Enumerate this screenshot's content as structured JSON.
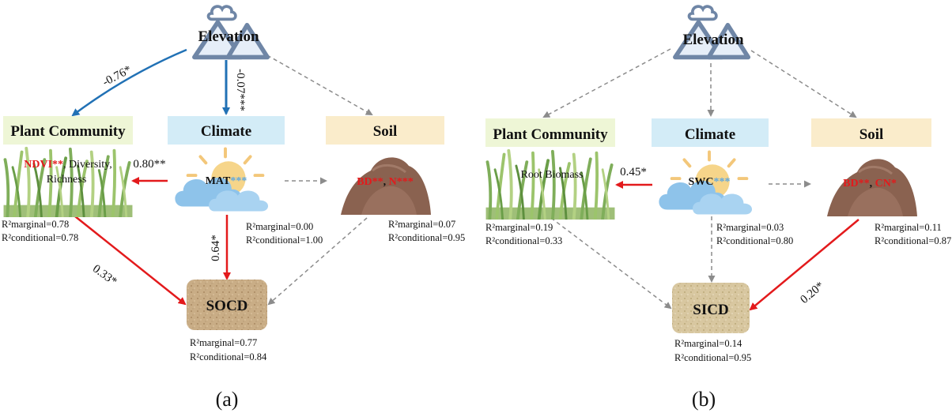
{
  "colors": {
    "positive": "#e31a1c",
    "negative": "#2171b5",
    "nonsignificant": "#8c8c8c",
    "plant_header_bg": "#eef6d6",
    "climate_header_bg": "#d3ecf7",
    "soil_header_bg": "#faeccb",
    "variable_blue": "#1f77b4",
    "star_red": "#e31a1c"
  },
  "panel_a": {
    "caption": "(a)",
    "elevation_label": "Elevation",
    "plant_label": "Plant Community",
    "climate_label": "Climate",
    "soil_label": "Soil",
    "plant_vars_ndvi": "NDVI",
    "plant_vars_ndvi_sig": "**",
    "plant_vars_rest_1": ", Diversity,",
    "plant_vars_rest_2": "Richness",
    "climate_var": "MAT",
    "climate_var_sig": "***",
    "soil_var_bd": "BD**",
    "soil_var_sep": ", ",
    "soil_var_n": "N***",
    "outcome_label": "SOCD",
    "coef_elev_plant": "-0.76*",
    "coef_elev_climate": "-0.07***",
    "coef_climate_plant": "0.80**",
    "coef_climate_outcome": "0.64*",
    "coef_plant_outcome": "0.33*",
    "plant_r2_marginal": "R²marginal=0.78",
    "plant_r2_conditional": "R²conditional=0.78",
    "climate_r2_marginal": "R²marginal=0.00",
    "climate_r2_conditional": "R²conditional=1.00",
    "soil_r2_marginal": "R²marginal=0.07",
    "soil_r2_conditional": "R²conditional=0.95",
    "outcome_r2_marginal": "R²marginal=0.77",
    "outcome_r2_conditional": "R²conditional=0.84"
  },
  "panel_b": {
    "caption": "(b)",
    "elevation_label": "Elevation",
    "plant_label": "Plant Community",
    "climate_label": "Climate",
    "soil_label": "Soil",
    "plant_var": "Root Biomass",
    "climate_var": "SWC",
    "climate_var_sig": "***",
    "soil_var_bd": "BD**",
    "soil_var_sep": ", ",
    "soil_var_cn": "CN*",
    "outcome_label": "SICD",
    "coef_climate_plant": "0.45*",
    "coef_soil_outcome": "0.20*",
    "plant_r2_marginal": "R²marginal=0.19",
    "plant_r2_conditional": "R²conditional=0.33",
    "climate_r2_marginal": "R²marginal=0.03",
    "climate_r2_conditional": "R²conditional=0.80",
    "soil_r2_marginal": "R²marginal=0.11",
    "soil_r2_conditional": "R²conditional=0.87",
    "outcome_r2_marginal": "R²marginal=0.14",
    "outcome_r2_conditional": "R²conditional=0.95"
  }
}
